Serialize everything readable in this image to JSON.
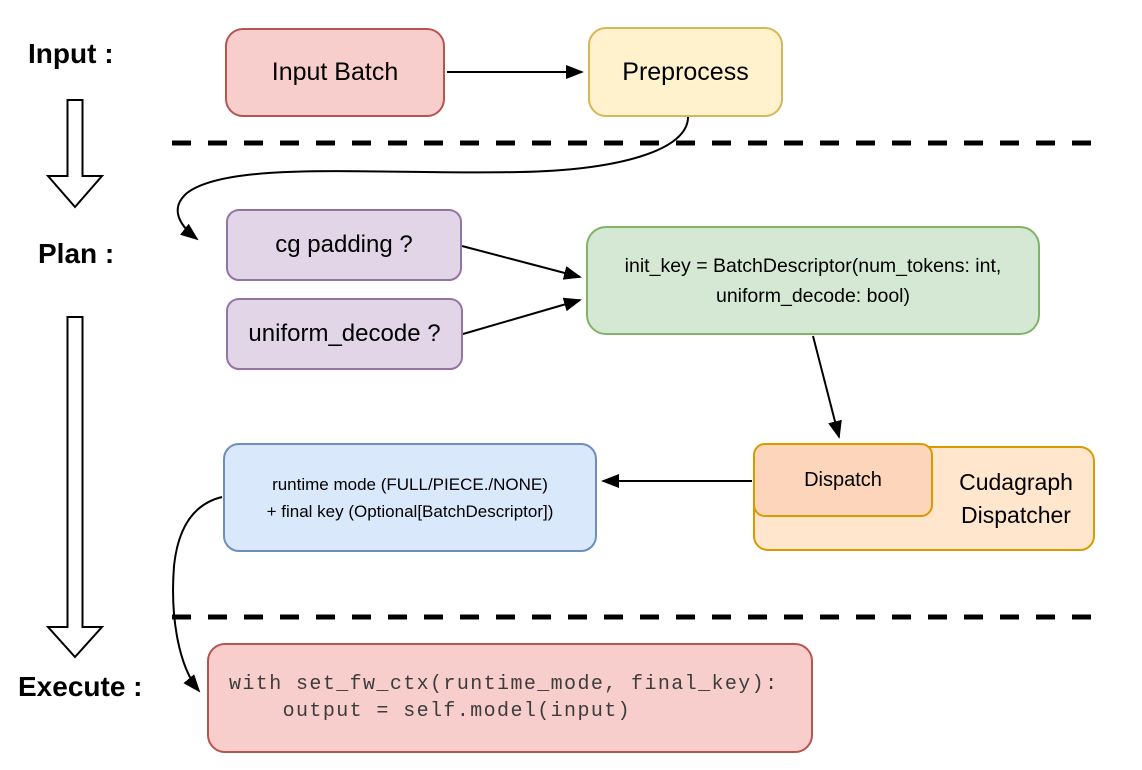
{
  "stage_labels": {
    "input": "Input :",
    "plan": "Plan :",
    "execute": "Execute :"
  },
  "nodes": {
    "input_batch": {
      "label": "Input Batch"
    },
    "preprocess": {
      "label": "Preprocess"
    },
    "cg_padding": {
      "label": "cg padding ?"
    },
    "uniform_decode": {
      "label": "uniform_decode ?"
    },
    "init_key": {
      "line1": "init_key = BatchDescriptor(num_tokens: int,",
      "line2": "uniform_decode: bool)"
    },
    "dispatch": {
      "label": "Dispatch"
    },
    "cudagraph_dispatcher": {
      "line1": "Cudagraph",
      "line2": "Dispatcher"
    },
    "runtime_mode": {
      "line1": "runtime mode (FULL/PIECE./NONE)",
      "line2": "+ final key (Optional[BatchDescriptor])"
    },
    "execute_code": {
      "line1": "with set_fw_ctx(runtime_mode, final_key):",
      "line2": "    output = self.model(input)"
    }
  },
  "colors": {
    "red_fill": "#f8cecc",
    "red_border": "#b85450",
    "yellow_fill": "#fff2cc",
    "yellow_border": "#d6b656",
    "purple_fill": "#e1d5e7",
    "purple_border": "#9673a6",
    "green_fill": "#d5e8d4",
    "green_border": "#82b366",
    "blue_fill": "#dae8fc",
    "blue_border": "#6c8ebf",
    "orange_fill": "#ffe6cc",
    "orange_border": "#d79b00",
    "peach_fill": "#fcd5bb",
    "line_color": "#000000"
  }
}
